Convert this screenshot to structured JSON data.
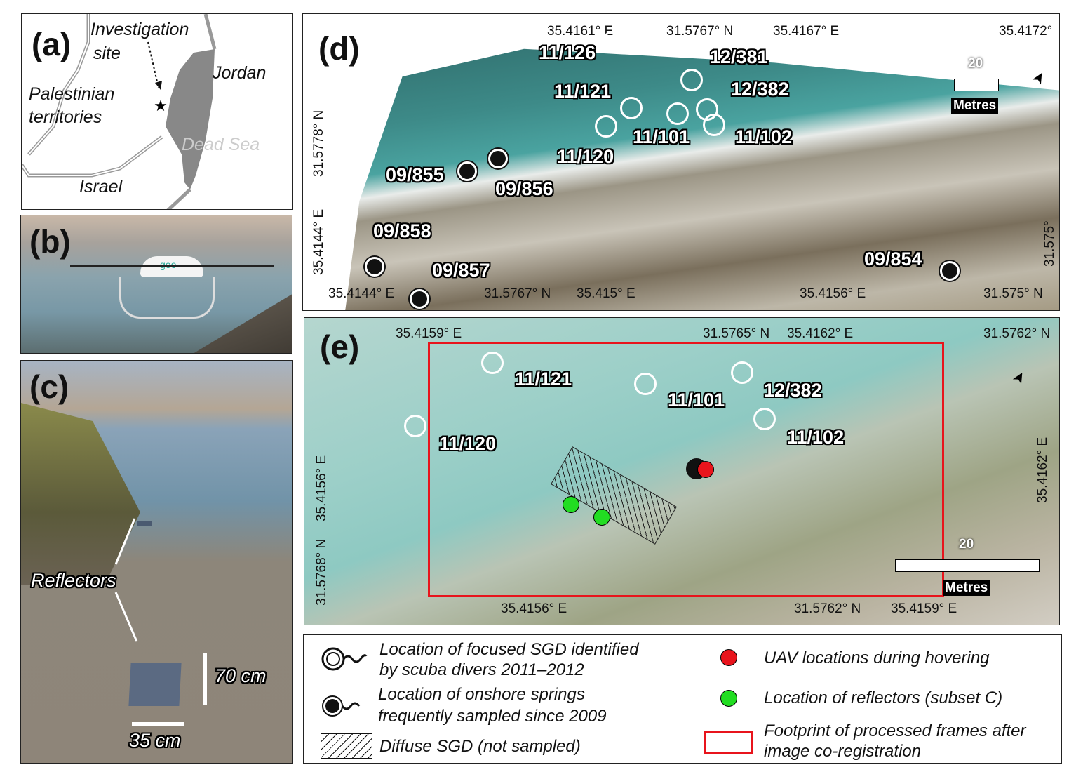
{
  "panel_a": {
    "label": "(a)",
    "investigation": "Investigation",
    "site": "site",
    "jordan": "Jordan",
    "palestinian": "Palestinian",
    "territories": "territories",
    "dead_sea": "Dead Sea",
    "israel": "Israel"
  },
  "panel_b": {
    "label": "(b)",
    "logo": "geo"
  },
  "panel_c": {
    "label": "(c)",
    "reflectors": "Reflectors",
    "scale_v": "70 cm",
    "scale_h": "35 cm"
  },
  "panel_d": {
    "label": "(d)",
    "top_coords": [
      "35.4161° E",
      "31.5767° N",
      "35.4167° E",
      "35.4172°"
    ],
    "bottom_coords": [
      "35.4144° E",
      "31.5767° N",
      "35.415° E",
      "35.4156° E",
      "31.575° N"
    ],
    "left_coords": [
      "31.5778° N",
      "35.4144° E"
    ],
    "right_coords": [
      "31.575°"
    ],
    "sites": [
      "11/126",
      "12/381",
      "11/121",
      "12/382",
      "11/101",
      "11/102",
      "11/120",
      "09/855",
      "09/856",
      "09/858",
      "09/857",
      "09/854"
    ],
    "scale_value": "20",
    "scale_unit": "Metres"
  },
  "panel_e": {
    "label": "(e)",
    "top_coords": [
      "35.4159° E",
      "31.5765° N",
      "35.4162° E",
      "31.5762° N"
    ],
    "bottom_coords": [
      "35.4156° E",
      "31.5762° N",
      "35.4159° E"
    ],
    "left_coords": [
      "31.5768° N",
      "35.4156° E"
    ],
    "right_coords": [
      "35.4162° E"
    ],
    "sites": [
      "11/121",
      "11/101",
      "12/382",
      "11/120",
      "11/102"
    ],
    "scale_value": "20",
    "scale_unit": "Metres"
  },
  "legend": {
    "focused_sgd": [
      "Location of focused SGD identified",
      "by scuba divers 2011–2012"
    ],
    "onshore": [
      "Location of onshore springs",
      "frequently sampled since 2009"
    ],
    "diffuse": "Diffuse SGD (not sampled)",
    "uav": "UAV locations during hovering",
    "reflectors": "Location of reflectors (subset C)",
    "footprint": [
      "Footprint of processed frames after",
      "image co-registration"
    ]
  },
  "colors": {
    "uav": "#e8141c",
    "reflector": "#22dd22",
    "footprint": "#e8141c"
  }
}
